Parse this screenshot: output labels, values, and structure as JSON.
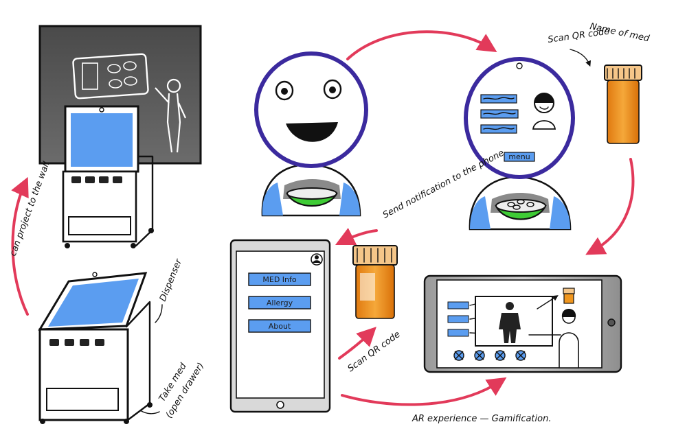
{
  "annotations": {
    "projector": "can project to the wall",
    "dispenser": "Dispenser",
    "take_med": "Take med",
    "open_drawer": "(open drawer)",
    "scan_qr_top": "Scan QR code",
    "name_of_med": "Name of med",
    "send_notification": "Send notification to the phone",
    "scan_qr_bottom": "Scan QR code",
    "ar_experience": "AR experience — Gamification."
  },
  "phone": {
    "buttons": [
      "MED Info",
      "Allergy",
      "About"
    ]
  },
  "robot_screen": {
    "button": "menu"
  },
  "colors": {
    "accent_red": "#e23a5a",
    "screen_blue": "#5b9df0",
    "robot_purple": "#3b2a9e",
    "bowl_green": "#3ecb35",
    "pill_orange": "#f0961e",
    "wall_gray": "#5d5d5d"
  }
}
